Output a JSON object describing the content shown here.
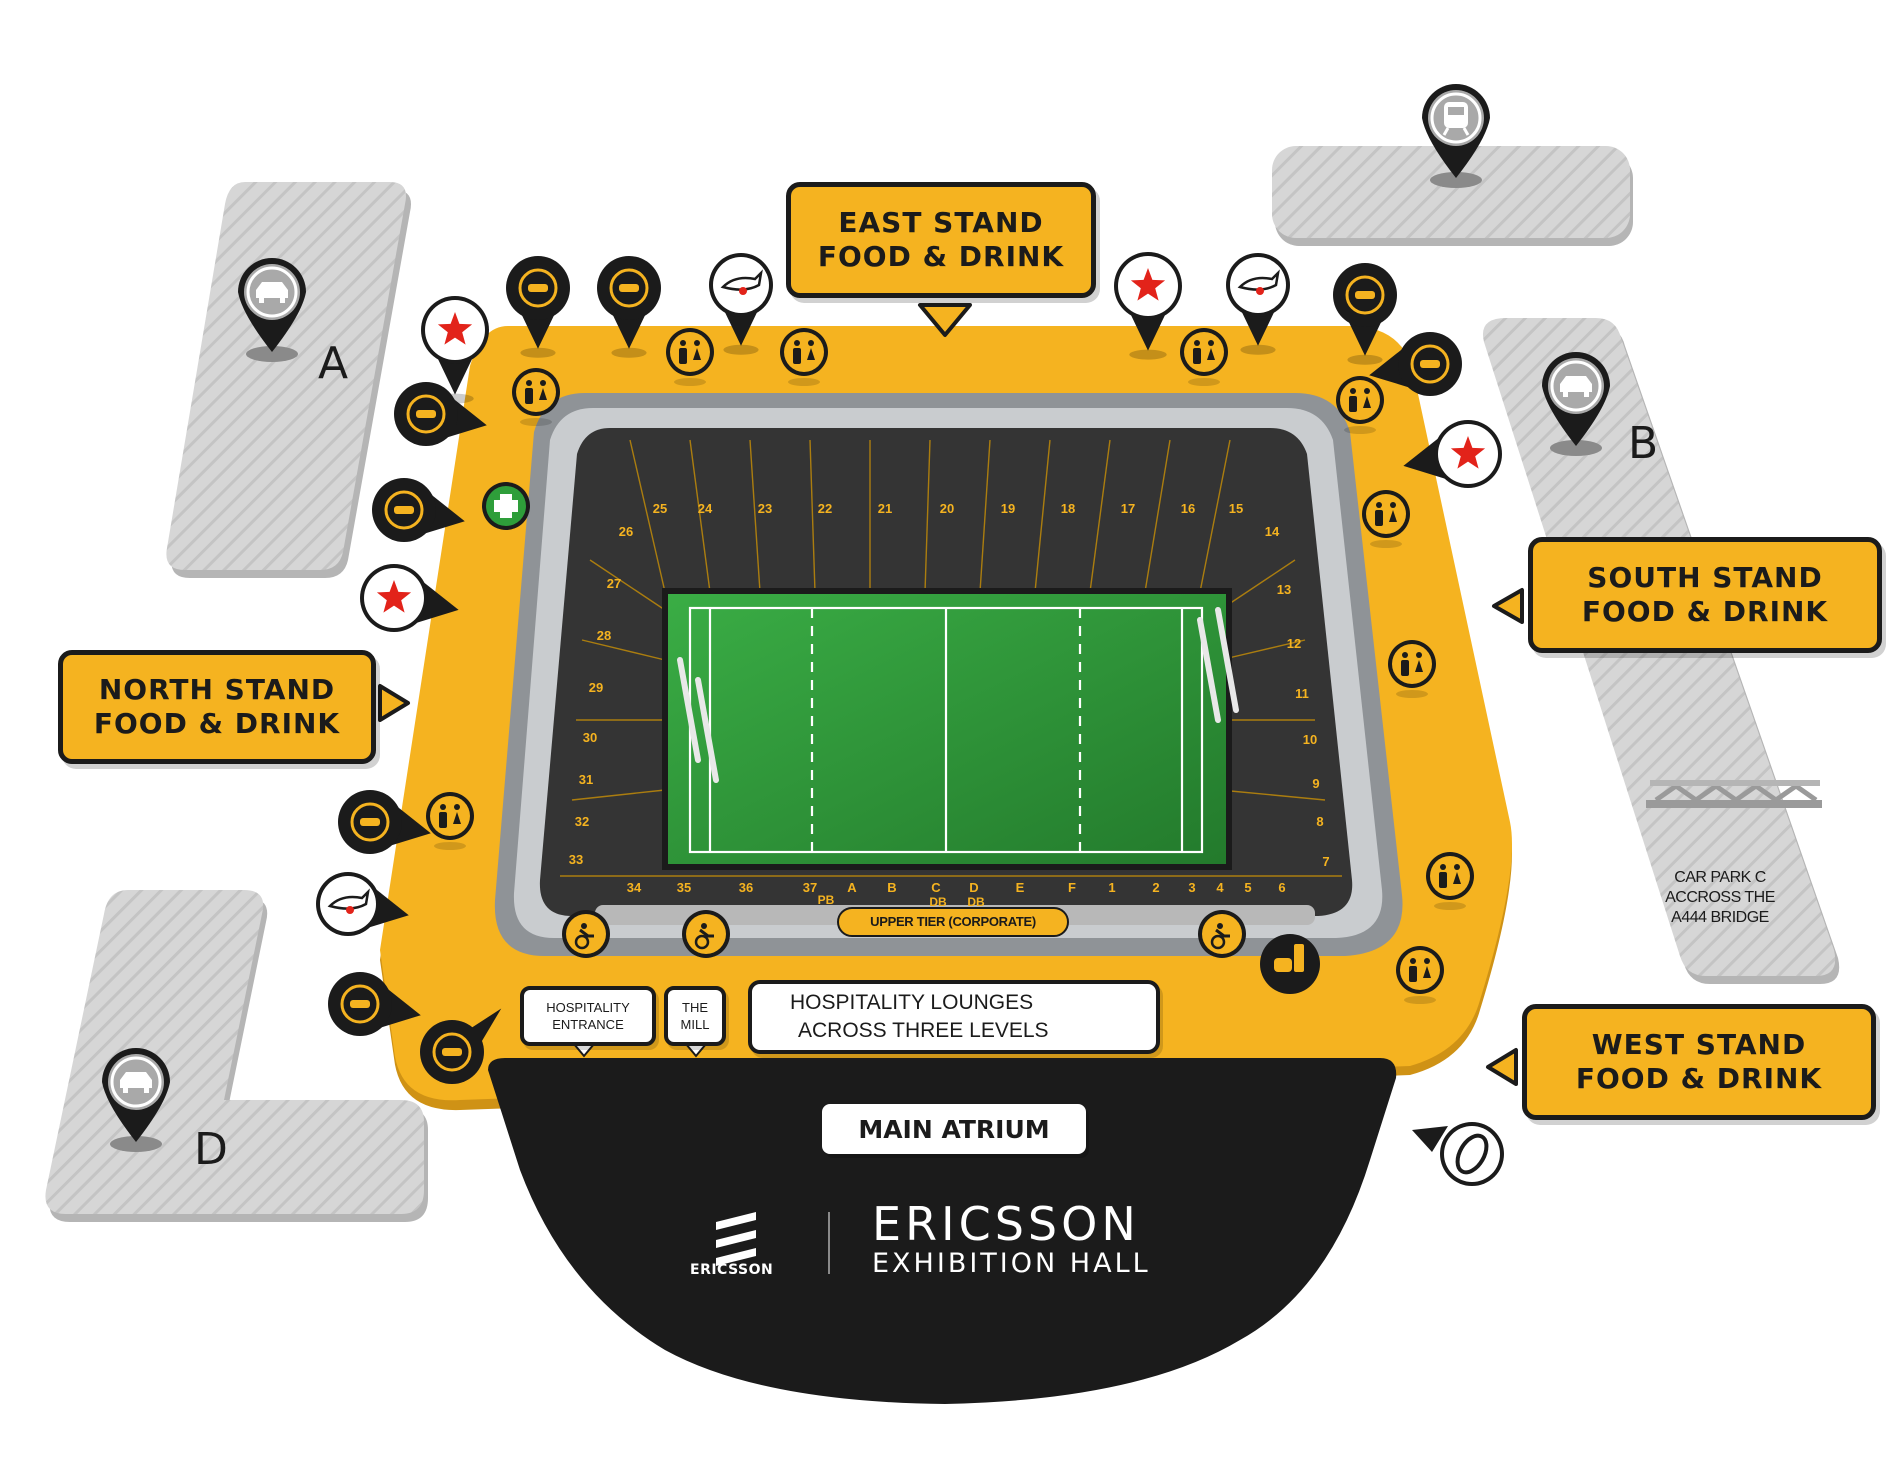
{
  "colors": {
    "stand": "#f5b320",
    "dark": "#1b1b1b",
    "pitch": "#2f9a3a",
    "seat": "#343434",
    "carpark": "#d8d8d8",
    "cross": "#2e9e3a",
    "star": "#e2231a"
  },
  "stands": {
    "east": [
      "EAST STAND",
      "FOOD & DRINK"
    ],
    "south": [
      "SOUTH STAND",
      "FOOD & DRINK"
    ],
    "north": [
      "NORTH STAND",
      "FOOD & DRINK"
    ],
    "west": [
      "WEST STAND",
      "FOOD & DRINK"
    ]
  },
  "car_parks": {
    "a": "A",
    "b": "B",
    "d": "D",
    "c": [
      "CAR PARK C",
      "ACCROSS THE",
      "A444 BRIDGE"
    ]
  },
  "venue": {
    "hospitality_entrance": [
      "HOSPITALITY",
      "ENTRANCE"
    ],
    "the_mill": [
      "THE",
      "MILL"
    ],
    "lounges": [
      "HOSPITALITY LOUNGES",
      "ACROSS THREE LEVELS"
    ],
    "upper_tier": "UPPER TIER (CORPORATE)",
    "main_atrium": "MAIN ATRIUM",
    "brand_small": "ERICSSON",
    "brand_title": "ERICSSON",
    "brand_sub": "EXHIBITION HALL"
  },
  "blocks": {
    "top": [
      "25",
      "24",
      "23",
      "22",
      "21",
      "20",
      "19",
      "18",
      "17",
      "16",
      "15"
    ],
    "left": [
      "26",
      "27",
      "28",
      "29",
      "30",
      "31",
      "32",
      "33"
    ],
    "right": [
      "14",
      "13",
      "12",
      "11",
      "10",
      "9",
      "8",
      "7"
    ],
    "bottom": [
      "34",
      "35",
      "36",
      "37",
      "A",
      "B",
      "C",
      "D",
      "E",
      "F",
      "1",
      "2",
      "3",
      "4",
      "5",
      "6"
    ],
    "sub": [
      "PB",
      "DB",
      "DB"
    ]
  },
  "icons": [
    {
      "name": "car-icon",
      "group": "car-park-a"
    },
    {
      "name": "car-icon",
      "group": "car-park-b"
    },
    {
      "name": "car-icon",
      "group": "car-park-d"
    },
    {
      "name": "train-icon",
      "group": "station"
    },
    {
      "name": "star-icon",
      "group": "bar"
    },
    {
      "name": "fish-icon",
      "group": "food"
    },
    {
      "name": "pie-icon",
      "group": "food"
    },
    {
      "name": "horse-icon",
      "group": "bar"
    },
    {
      "name": "toilet-icon",
      "group": "toilets"
    },
    {
      "name": "burger-icon",
      "group": "food"
    },
    {
      "name": "taco-icon",
      "group": "food"
    },
    {
      "name": "first-aid-icon",
      "group": "medical"
    },
    {
      "name": "hotdog-icon",
      "group": "food"
    },
    {
      "name": "ticket-icon",
      "group": "tickets"
    },
    {
      "name": "waffle-icon",
      "group": "food"
    },
    {
      "name": "pizza-icon",
      "group": "food"
    },
    {
      "name": "cutlery-icon",
      "group": "food"
    },
    {
      "name": "disabled-viewing-icon",
      "group": "access"
    },
    {
      "name": "meal-deal-icon",
      "group": "food"
    },
    {
      "name": "layers-icon",
      "group": "levels"
    },
    {
      "name": "rugby-ball-icon",
      "group": "club-shop"
    },
    {
      "name": "bridge-icon",
      "group": "car-park-c"
    }
  ]
}
